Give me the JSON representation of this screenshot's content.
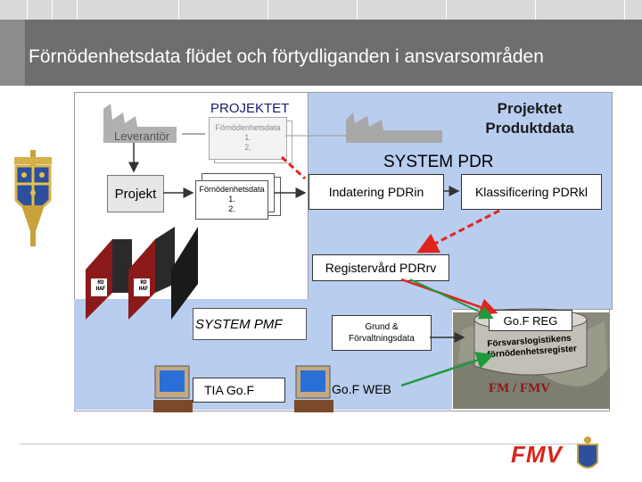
{
  "title": "Förnödenhetsdata flödet och förtydliganden i ansvarsområden",
  "projektet": "PROJEKTET",
  "leverantor": "Leverantör",
  "ghost_data": {
    "line1": "Förnödenhetsdata",
    "line2": "1.",
    "line3": "2."
  },
  "projekt": "Projekt",
  "forn_data": {
    "line1": "Förnödenhetsdata",
    "line2": "1.",
    "line3": "2."
  },
  "produktdata": {
    "line1": "Projektet",
    "line2": "Produktdata"
  },
  "system_pdr": "SYSTEM PDR",
  "indatering": "Indatering PDRin",
  "klassificering": "Klassificering PDRkl",
  "registervard": "Registervård PDRrv",
  "book_label": {
    "line1": "RD",
    "line2": "HAF"
  },
  "system_pmf": "SYSTEM PMF",
  "grund": {
    "line1": "Grund &",
    "line2": "Förvaltningsdata"
  },
  "tia": "TIA Go.F",
  "gof_web": "Go.F WEB",
  "gof_reg": "Go.F REG",
  "register_badge": {
    "line1": "Försvarslogistikens",
    "line2": "förnödenhetsregister"
  },
  "fm_fmv": "FM / FMV",
  "logo": "FMV",
  "colors": {
    "header": "#6e6e6e",
    "zone": "#b9cdef",
    "arrow_red": "#e0231b",
    "arrow_green": "#1f9a3a",
    "logo_red": "#d9231b"
  }
}
